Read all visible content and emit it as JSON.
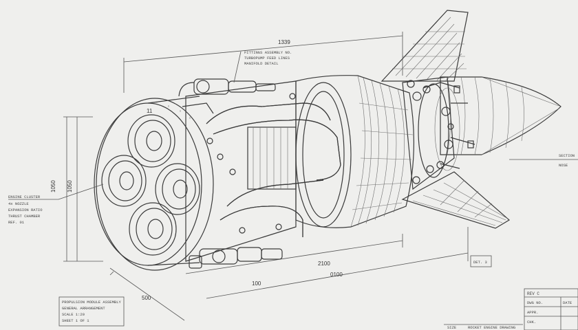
{
  "dimensions": {
    "top_length": "1339",
    "left_height": "1050",
    "bottom_long": "2100",
    "bottom_mid": "0100",
    "bottom_short": "100",
    "diag_front": "500"
  },
  "labels": {
    "nozzle_mark": "11",
    "top_callout": [
      "FITTINGS ASSEMBLY NO.",
      "TURBOPUMP FEED LINES",
      "MANIFOLD DETAIL"
    ],
    "left_callout": [
      "ENGINE CLUSTER",
      "4x NOZZLE",
      "EXPANSION RATIO",
      "THRUST CHAMBER",
      "REF. 01"
    ],
    "right_callout": [
      "SECTION",
      "NOSE"
    ],
    "small_box": [
      "DET. 3"
    ]
  },
  "title_block": {
    "bottom_left": [
      "PROPULSION MODULE ASSEMBLY",
      "GENERAL ARRANGEMENT",
      "SCALE 1:20",
      "SHEET 1 OF 1"
    ],
    "bottom_right_header": "REV C",
    "bottom_right": [
      "DWG NO.",
      "APPR.",
      "CHK.",
      "DATE"
    ],
    "bottom_center": [
      "SIZE",
      "ROCKET ENGINE DRAWING"
    ]
  }
}
